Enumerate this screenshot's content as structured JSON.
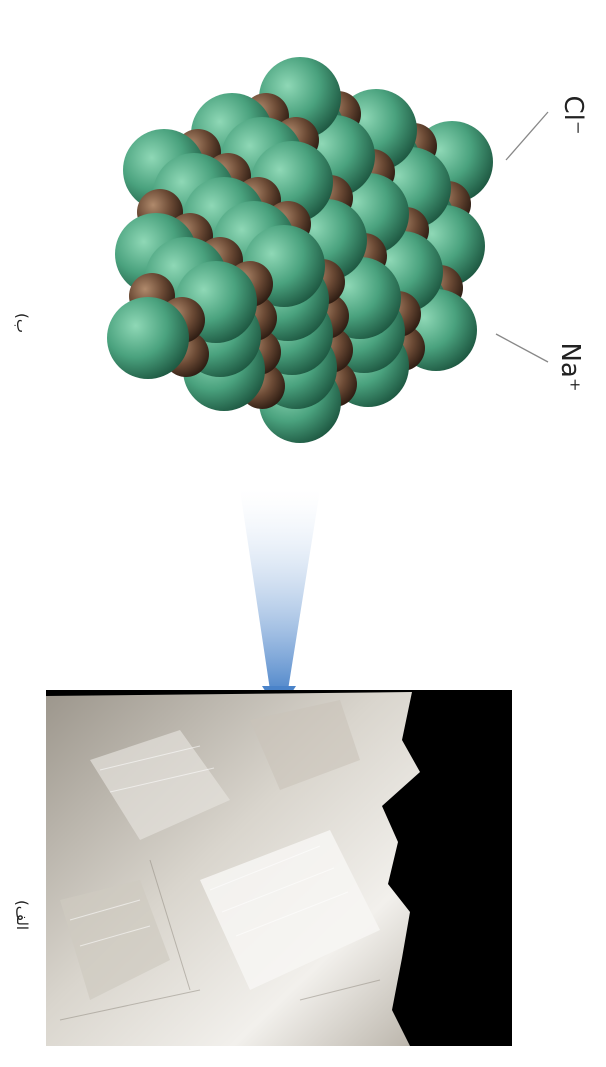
{
  "labels": {
    "panel_a": "(الف",
    "panel_b": "(ب",
    "chloride": "Cl⁻",
    "sodium": "Na⁺"
  },
  "colors": {
    "chloride_ion": "#4aa27e",
    "sodium_ion": "#6b4a35",
    "arrow": "#4a83c9",
    "photo_background": "#000000"
  }
}
